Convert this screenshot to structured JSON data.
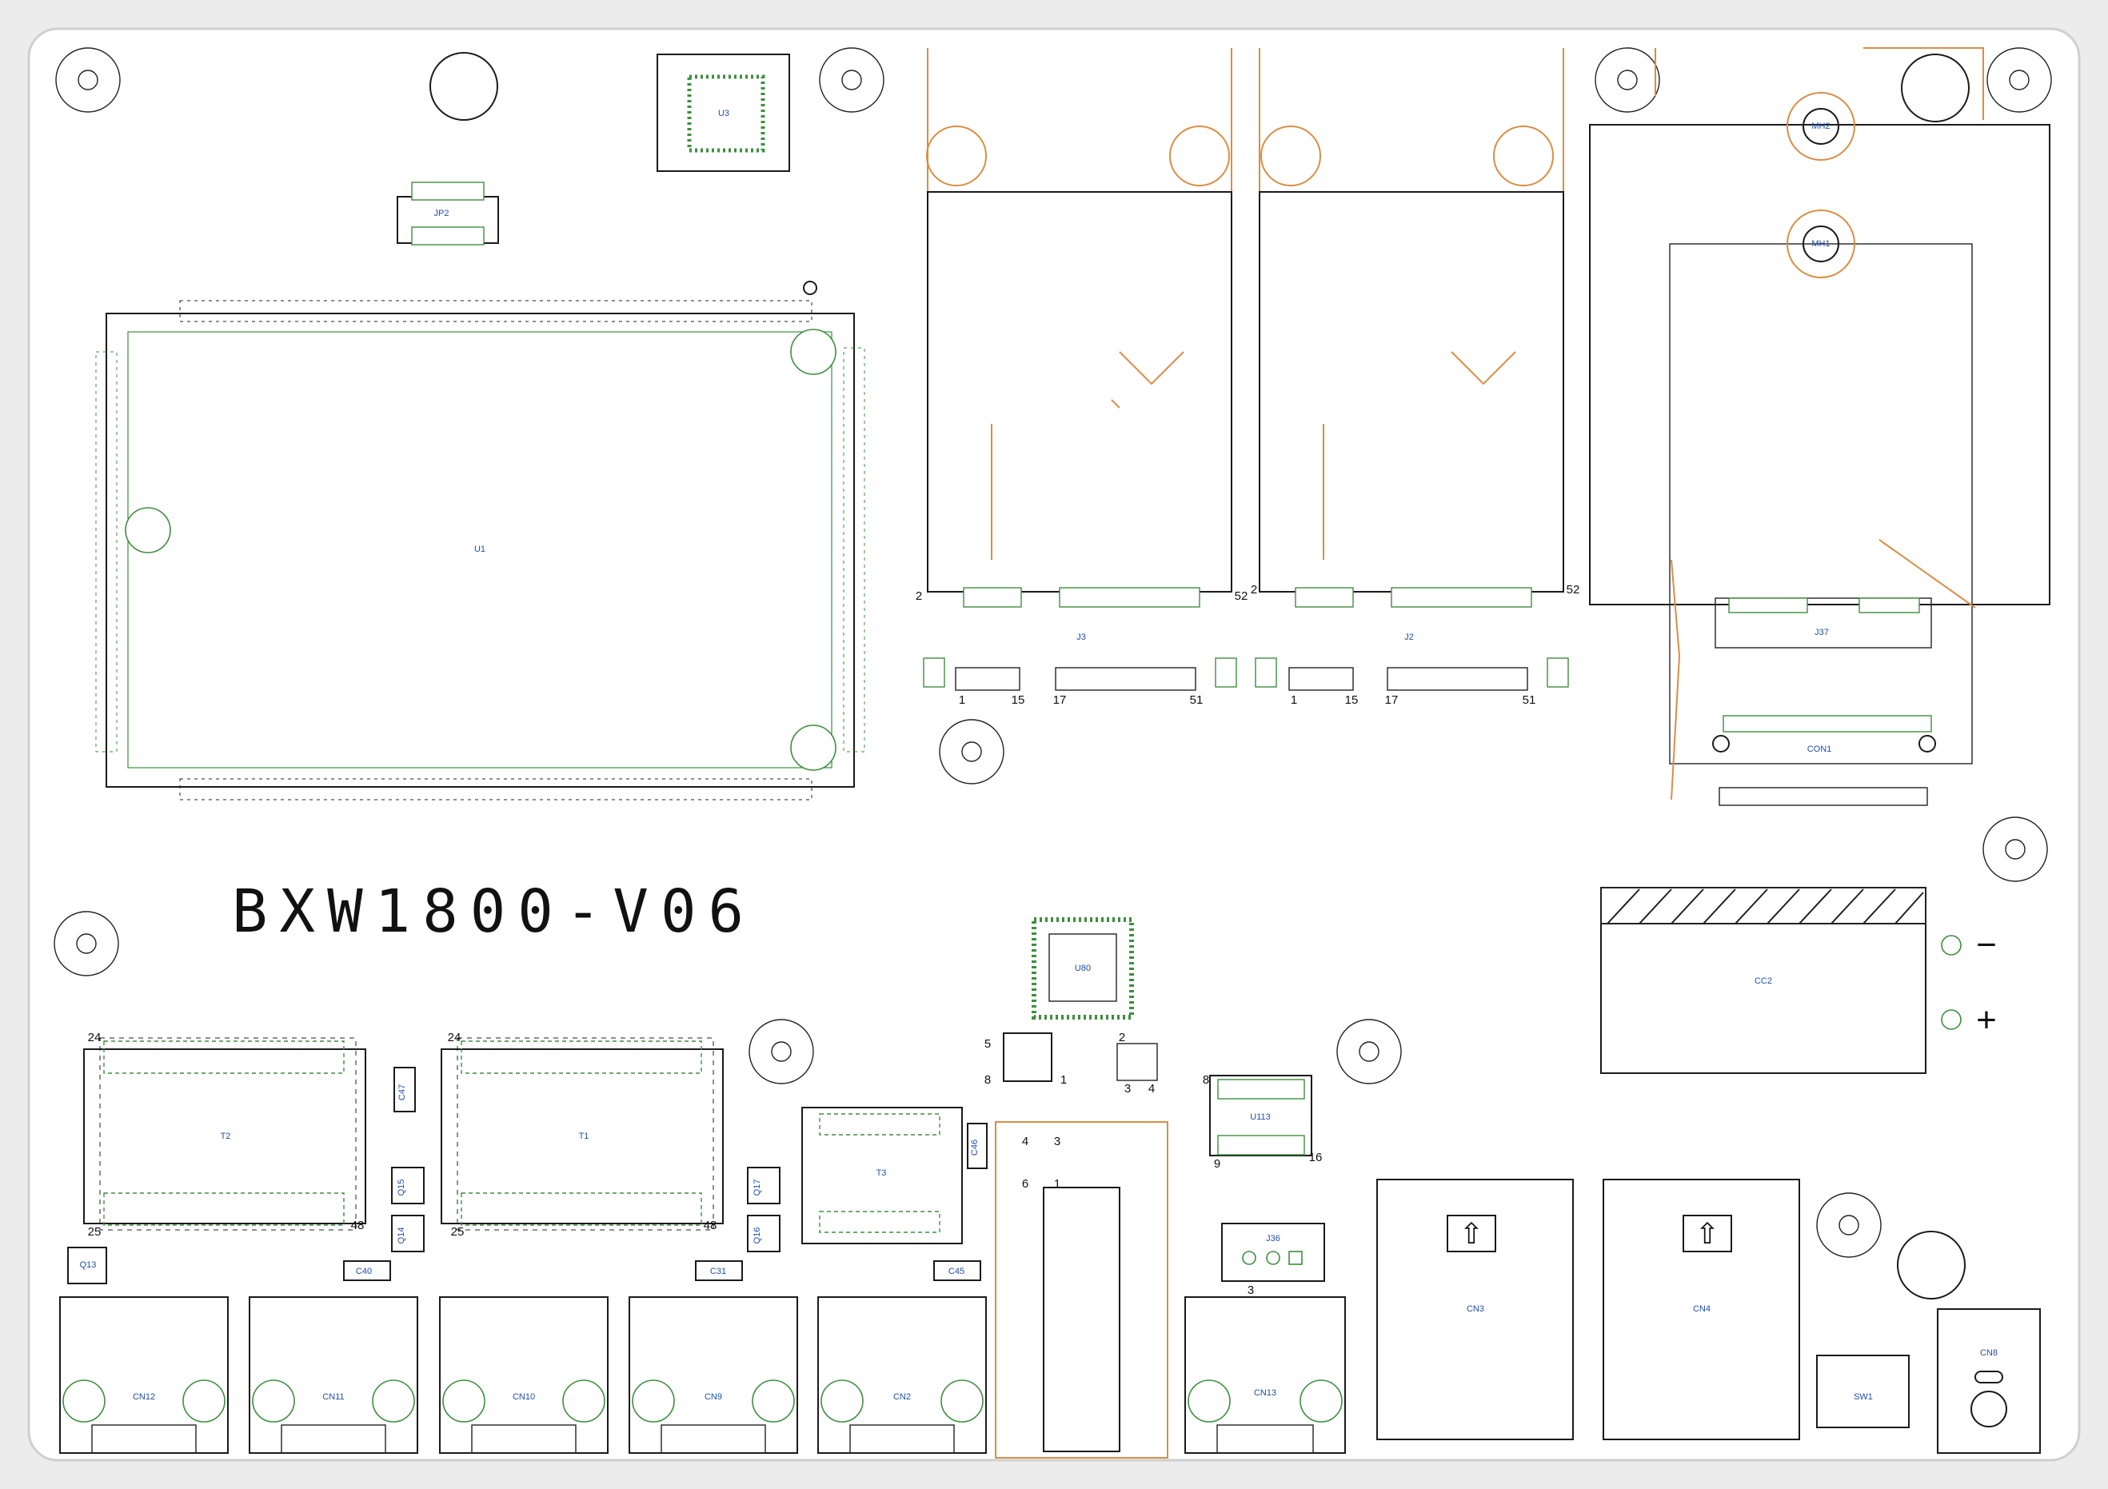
{
  "board": {
    "title": "BXW1800-V06",
    "colors": {
      "silkscreen": "#1a1a1a",
      "copper": "#3e8e3e",
      "outline": "#d98e45",
      "refdes": "#1f4fa8",
      "background": "#ffffff"
    }
  },
  "labels": {
    "U1": "U1",
    "U3": "U3",
    "U80": "U80",
    "U113": "U113",
    "T1": "T1",
    "T2": "T2",
    "T3": "T3",
    "J2": "J2",
    "J3": "J3",
    "J36": "J36",
    "J37": "J37",
    "JP2": "JP2",
    "CON1": "CON1",
    "MH1": "MH1",
    "MH2": "MH2",
    "SW1": "SW1",
    "CC2": "CC2",
    "CN2": "CN2",
    "CN3": "CN3",
    "CN4": "CN4",
    "CN8": "CN8",
    "CN9": "CN9",
    "CN10": "CN10",
    "CN11": "CN11",
    "CN12": "CN12",
    "CN13": "CN13",
    "C31": "C31",
    "C40": "C40",
    "C45": "C45",
    "C46": "C46",
    "C47": "C47",
    "Q13": "Q13",
    "Q14": "Q14",
    "Q15": "Q15",
    "Q16": "Q16",
    "Q17": "Q17",
    "minus": "−",
    "plus": "+"
  },
  "pin_numbers": {
    "j3_left": "2",
    "j3_right": "52",
    "j2_left": "2",
    "j2_right": "52",
    "j3_b1": "1",
    "j3_b15": "15",
    "j3_b17": "17",
    "j3_b51": "51",
    "j2_b1": "1",
    "j2_b15": "15",
    "j2_b17": "17",
    "j2_b51": "51",
    "t2_24": "24",
    "t2_25": "25",
    "t2_48": "48",
    "t1_24": "24",
    "t1_25": "25",
    "t1_48": "48",
    "u113_8": "8",
    "u113_9": "9",
    "u113_16": "16",
    "q_5": "5",
    "q_8": "8",
    "q_1": "1",
    "x_2": "2",
    "x_3": "3",
    "x_4": "4",
    "c_4": "4",
    "c_3": "3",
    "c_6": "6",
    "c_1": "1",
    "j36_3": "3"
  }
}
